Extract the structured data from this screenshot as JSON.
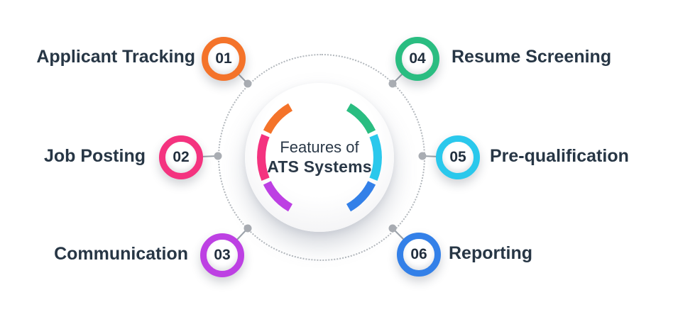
{
  "title": {
    "line1": "Features of",
    "line2": "ATS Systems"
  },
  "items": [
    {
      "number": "01",
      "label": "Applicant Tracking",
      "color": "#F4732A",
      "side": "left-top"
    },
    {
      "number": "02",
      "label": "Job Posting",
      "color": "#F4337F",
      "side": "left-middle"
    },
    {
      "number": "03",
      "label": "Communication",
      "color": "#BD40E3",
      "side": "left-bottom"
    },
    {
      "number": "04",
      "label": "Resume Screening",
      "color": "#2ABD81",
      "side": "right-top"
    },
    {
      "number": "05",
      "label": "Pre-qualification",
      "color": "#2AC8EC",
      "side": "right-middle"
    },
    {
      "number": "06",
      "label": "Reporting",
      "color": "#3380E8",
      "side": "right-bottom"
    }
  ],
  "colors": {
    "text": "#273645",
    "badge_number": "#222f3e",
    "connector_line": "#9aa1a9",
    "connector_dot": "#a9adb3",
    "dotted_ring": "#b3b8bd"
  }
}
